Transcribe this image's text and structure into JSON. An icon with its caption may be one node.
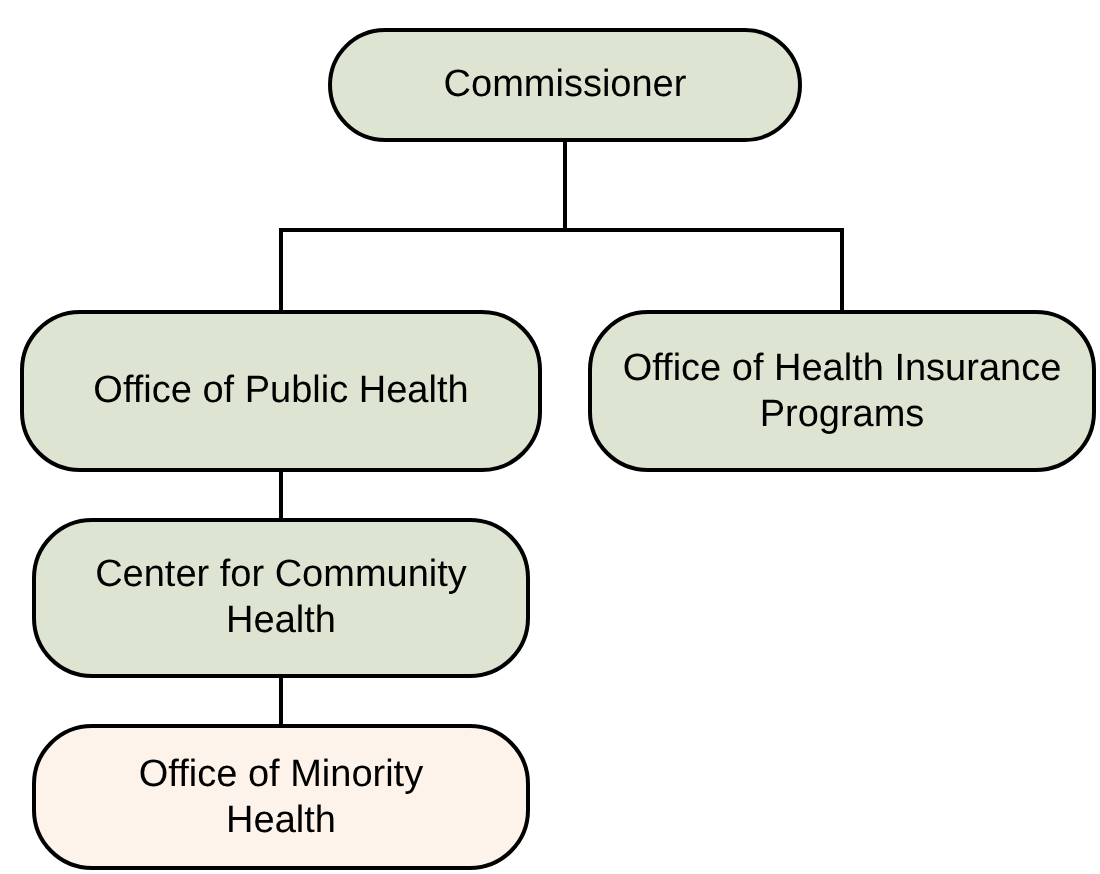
{
  "diagram": {
    "nodes": [
      {
        "text": [
          "Commissioner"
        ]
      },
      {
        "text": [
          "Office of Public Health"
        ]
      },
      {
        "text": [
          "Office of Health Insurance Programs"
        ]
      },
      {
        "text": [
          "Center for Community Health"
        ]
      },
      {
        "text": [
          "Office of Minority Health"
        ]
      }
    ],
    "edges": [
      {
        "from": 0,
        "to": 1,
        "arrow": "none"
      },
      {
        "from": 0,
        "to": 2,
        "arrow": "none"
      },
      {
        "from": 1,
        "to": 3,
        "arrow": "none"
      },
      {
        "from": 3,
        "to": 4,
        "arrow": "none"
      }
    ]
  }
}
